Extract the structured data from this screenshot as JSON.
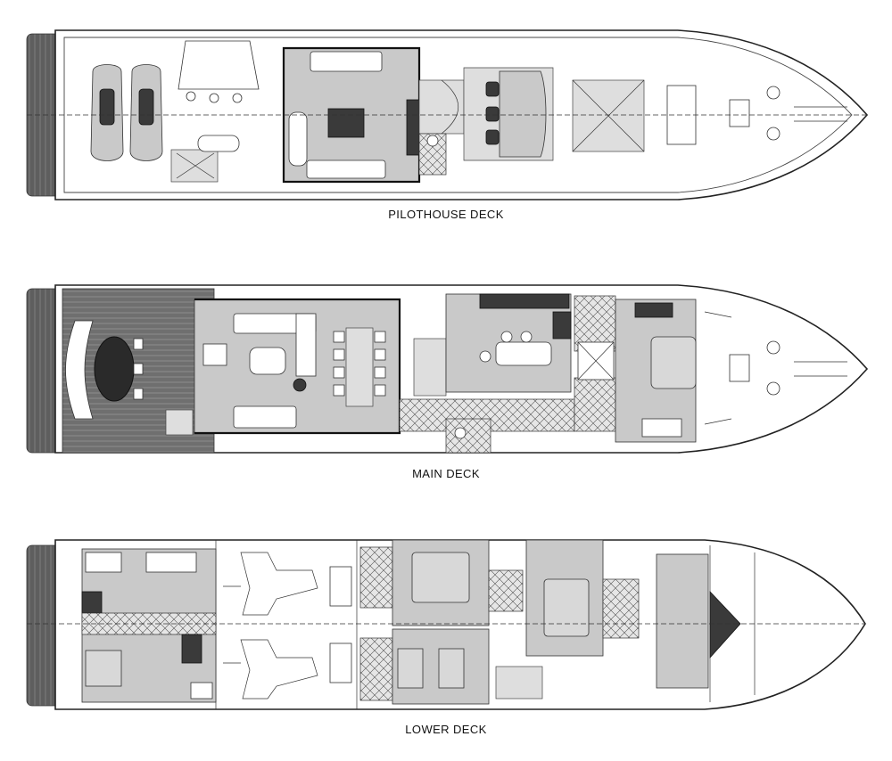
{
  "decks": [
    {
      "label": "PILOTHOUSE DECK"
    },
    {
      "label": "MAIN DECK"
    },
    {
      "label": "LOWER DECK"
    }
  ],
  "colors": {
    "line": "#222222",
    "floor": "#c9c9c9",
    "teak": "#6f6f6f",
    "background": "#ffffff"
  }
}
